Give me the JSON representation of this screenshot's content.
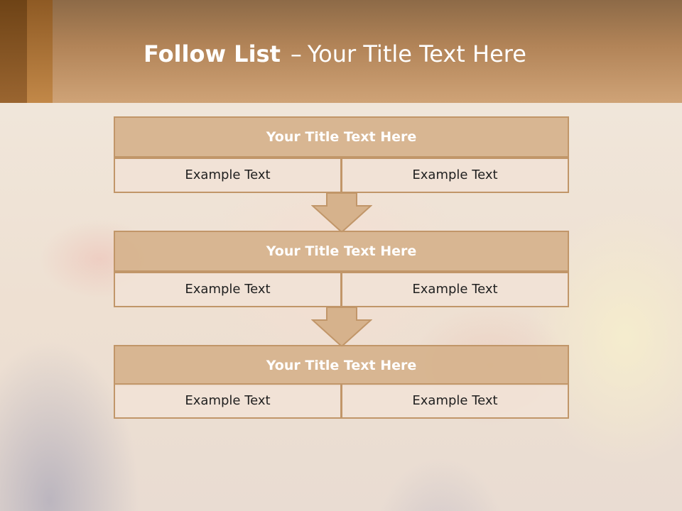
{
  "header": {
    "title_bold": "Follow List",
    "title_separator": "–",
    "title_rest": "Your Title Text Here"
  },
  "blocks": [
    {
      "title": "Your Title Text Here",
      "left": "Example Text",
      "right": "Example Text"
    },
    {
      "title": "Your Title Text Here",
      "left": "Example Text",
      "right": "Example Text"
    },
    {
      "title": "Your Title Text Here",
      "left": "Example Text",
      "right": "Example Text"
    }
  ],
  "colors": {
    "header_top": "#8d6a47",
    "header_bottom": "#cfa377",
    "block_title_fill": "#d6b28c",
    "block_border": "#c19669",
    "cell_fill": "#f1e2d6",
    "arrow_fill": "#d6b28c"
  },
  "icons": [
    "down-arrow-icon",
    "down-arrow-icon"
  ]
}
